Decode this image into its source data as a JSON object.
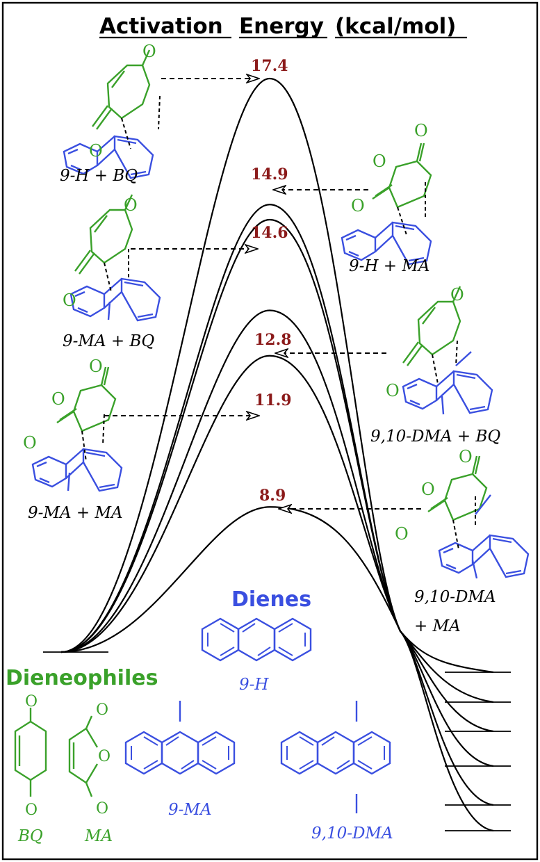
{
  "title": {
    "part1": "Activation",
    "part2": "Energy",
    "part3": "(kcal/mol)"
  },
  "barriers": [
    {
      "label": "9-H + BQ",
      "energy": "17.4"
    },
    {
      "label": "9-H + MA",
      "energy": "14.9"
    },
    {
      "label": "9-MA + BQ",
      "energy": "14.6"
    },
    {
      "label": "9,10-DMA + BQ",
      "energy": "12.8"
    },
    {
      "label": "9-MA + MA",
      "energy": "11.9"
    },
    {
      "label": "9,10-DMA + MA",
      "energy": "8.9"
    }
  ],
  "dmama_label": {
    "line1": "9,10-DMA",
    "line2": "+ MA"
  },
  "legend": {
    "dienes_title": "Dienes",
    "dienophiles_title": "Dieneophiles",
    "dienes": [
      "9-H",
      "9-MA",
      "9,10-DMA"
    ],
    "dienophiles": [
      "BQ",
      "MA"
    ]
  },
  "atom_label": "O",
  "colors": {
    "diene": "#3a4fe0",
    "dienophile": "#3aa12a",
    "energy": "#8b1a1a",
    "curve": "#000000"
  }
}
